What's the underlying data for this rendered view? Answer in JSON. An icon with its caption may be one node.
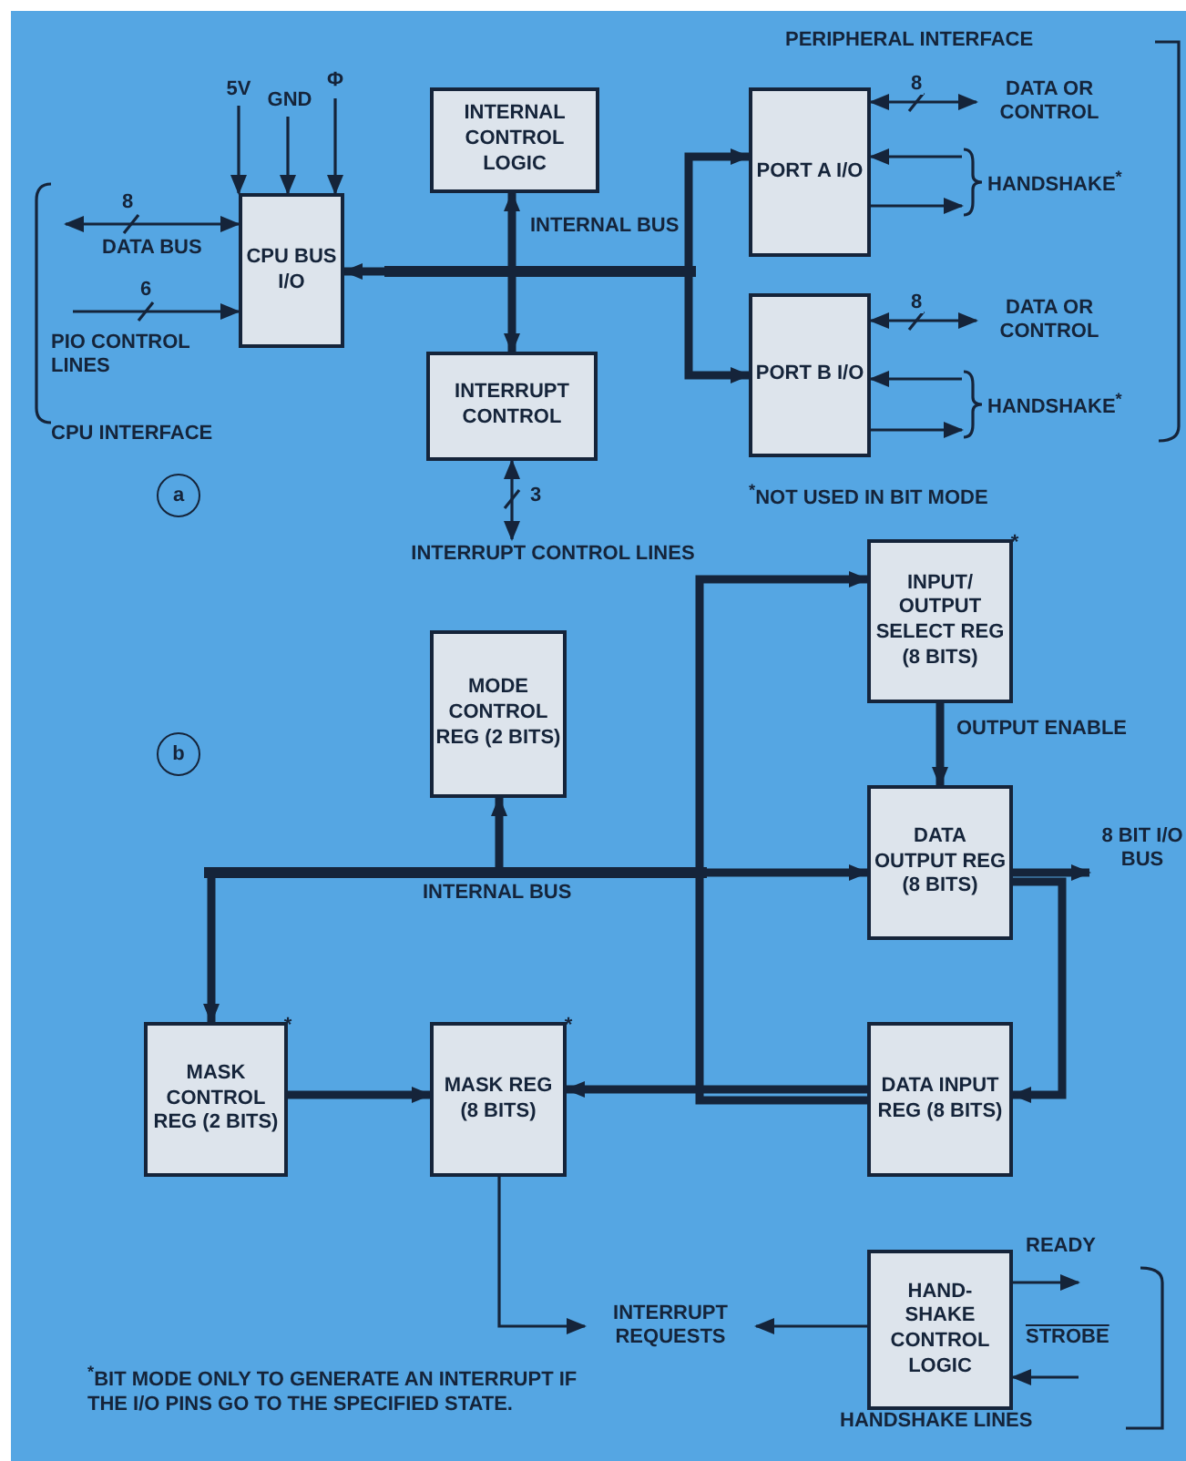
{
  "diagram": {
    "nodes": [
      {
        "text": [
          "5V"
        ]
      },
      {
        "text": [
          "GND"
        ]
      },
      {
        "text": [
          "Φ"
        ]
      },
      {
        "text": [
          "CPU BUS I/O"
        ]
      },
      {
        "text": [
          "INTERNAL CONTROL LOGIC"
        ]
      },
      {
        "text": [
          "INTERRUPT CONTROL"
        ]
      },
      {
        "text": [],
        "shape": "bar",
        "beside": [
          "INTERNAL BUS"
        ]
      },
      {
        "text": [
          "PORT A I/O"
        ]
      },
      {
        "text": [
          "PORT B I/O"
        ]
      },
      {
        "text": [
          "DATA OR CONTROL"
        ]
      },
      {
        "text": [
          "DATA OR CONTROL"
        ]
      },
      {
        "text": [
          "a"
        ]
      },
      {
        "text": [
          "INTERRUPT CONTROL LINES"
        ]
      },
      {
        "text": [
          "INPUT/ OUTPUT SELECT REG (8 BITS)"
        ],
        "beside": [
          "*"
        ]
      },
      {
        "text": [
          "MODE CONTROL REG (2 BITS)"
        ]
      },
      {
        "text": [
          "b"
        ]
      },
      {
        "text": [],
        "shape": "bar",
        "beside": [
          "INTERNAL BUS"
        ]
      },
      {
        "text": [
          "DATA OUTPUT REG (8 BITS)"
        ]
      },
      {
        "text": [
          "8 BIT I/O BUS"
        ]
      },
      {
        "text": [
          "MASK CONTROL REG (2 BITS)"
        ],
        "beside": [
          "*"
        ]
      },
      {
        "text": [
          "MASK REG (8 BITS)"
        ],
        "beside": [
          "*"
        ]
      },
      {
        "text": [
          "DATA INPUT REG (8 BITS)"
        ]
      },
      {
        "text": [
          "INTERRUPT REQUESTS"
        ]
      },
      {
        "text": [
          "HAND- SHAKE CONTROL LOGIC"
        ]
      },
      {
        "text": [
          "HANDSHAKE$^{*}$"
        ]
      },
      {
        "text": [
          "HANDSHAKE$^{*}$"
        ]
      }
    ],
    "edges": [
      {
        "from": 0,
        "to": 3,
        "arrow": "to"
      },
      {
        "from": 1,
        "to": 3,
        "arrow": "to"
      },
      {
        "from": 2,
        "to": 3,
        "arrow": "to"
      },
      {
        "from": null,
        "to": 3,
        "arrow": "both",
        "label": "8"
      },
      {
        "from": null,
        "to": 3,
        "arrow": "to",
        "label": "6"
      },
      {
        "from": 6,
        "to": 3,
        "arrow": "to",
        "style": "thick"
      },
      {
        "from": 6,
        "to": 4,
        "arrow": "to",
        "style": "thick"
      },
      {
        "from": 6,
        "to": 5,
        "arrow": "to",
        "style": "thick"
      },
      {
        "from": 6,
        "to": 7,
        "arrow": "to",
        "style": "thick"
      },
      {
        "from": 6,
        "to": 8,
        "arrow": "to",
        "style": "thick"
      },
      {
        "from": 5,
        "to": 12,
        "arrow": "both",
        "label": "3"
      },
      {
        "from": 7,
        "to": 9,
        "arrow": "both",
        "label": "8"
      },
      {
        "from": 24,
        "to": 7,
        "arrow": "to"
      },
      {
        "from": 7,
        "to": 24,
        "arrow": "to"
      },
      {
        "from": 8,
        "to": 10,
        "arrow": "both",
        "label": "8"
      },
      {
        "from": 25,
        "to": 8,
        "arrow": "to"
      },
      {
        "from": 8,
        "to": 25,
        "arrow": "to"
      },
      {
        "from": 16,
        "to": 13,
        "arrow": "to",
        "style": "thick"
      },
      {
        "from": 16,
        "to": 14,
        "arrow": "to",
        "style": "thick"
      },
      {
        "from": 16,
        "to": 19,
        "arrow": "to",
        "style": "thick"
      },
      {
        "from": 16,
        "to": 17,
        "arrow": "to",
        "style": "thick"
      },
      {
        "from": 13,
        "to": 17,
        "arrow": "to",
        "style": "thick",
        "label": "OUTPUT ENABLE"
      },
      {
        "from": 17,
        "to": 18,
        "arrow": "to",
        "style": "thick"
      },
      {
        "from": 17,
        "to": 21,
        "arrow": "to",
        "style": "thick"
      },
      {
        "from": 21,
        "to": 20,
        "arrow": "to",
        "style": "thick"
      },
      {
        "from": 21,
        "to": 16,
        "arrow": "none",
        "style": "thick"
      },
      {
        "from": 19,
        "to": 20,
        "arrow": "to",
        "style": "thick"
      },
      {
        "from": 20,
        "to": 22,
        "arrow": "to"
      },
      {
        "from": 23,
        "to": 22,
        "arrow": "to"
      },
      {
        "from": 23,
        "to": null,
        "arrow": "to",
        "label": "READY"
      },
      {
        "from": null,
        "to": 23,
        "arrow": "to",
        "label": "STROBE"
      }
    ],
    "labels": [
      "PERIPHERAL INTERFACE",
      "DATA BUS",
      "PIO CONTROL LINES",
      "CPU INTERFACE",
      "$^{*}$NOT USED IN BIT MODE",
      "HANDSHAKE LINES",
      "$^{*}$BIT MODE ONLY TO GENERATE AN INTERRUPT IF THE I/O PINS GO TO THE SPECIFIED STATE."
    ]
  }
}
